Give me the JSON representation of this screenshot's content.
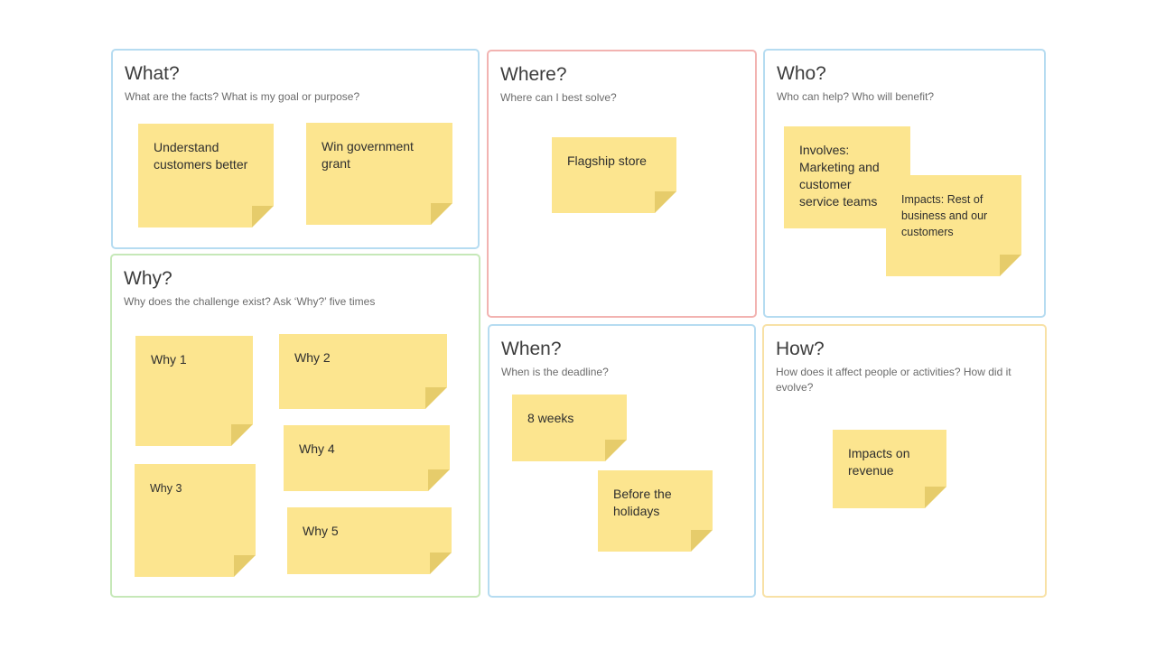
{
  "colors": {
    "blue_border": "#b6dcf1",
    "red_border": "#f2b3b1",
    "green_border": "#c6e8b8",
    "yellow_border": "#f8e1a6",
    "sticky": "#fce58f",
    "sticky_fold": "#e6cc6b"
  },
  "panels": {
    "what": {
      "title": "What?",
      "subtitle": "What are the facts? What is my goal or purpose?",
      "notes": [
        "Understand customers better",
        "Win government grant"
      ]
    },
    "where": {
      "title": "Where?",
      "subtitle": "Where can I best solve?",
      "notes": [
        "Flagship store"
      ]
    },
    "who": {
      "title": "Who?",
      "subtitle": "Who can help? Who will benefit?",
      "notes": [
        "Involves: Marketing and customer service teams",
        "Impacts: Rest of business and our customers"
      ]
    },
    "why": {
      "title": "Why?",
      "subtitle": "Why does the challenge exist? Ask ‘Why?’ five times",
      "notes": [
        "Why 1",
        "Why 2",
        "Why 3",
        "Why 4",
        "Why 5"
      ]
    },
    "when": {
      "title": "When?",
      "subtitle": "When is the deadline?",
      "notes": [
        "8 weeks",
        "Before the holidays"
      ]
    },
    "how": {
      "title": "How?",
      "subtitle": "How does it affect people or activities? How did it evolve?",
      "notes": [
        "Impacts on revenue"
      ]
    }
  }
}
